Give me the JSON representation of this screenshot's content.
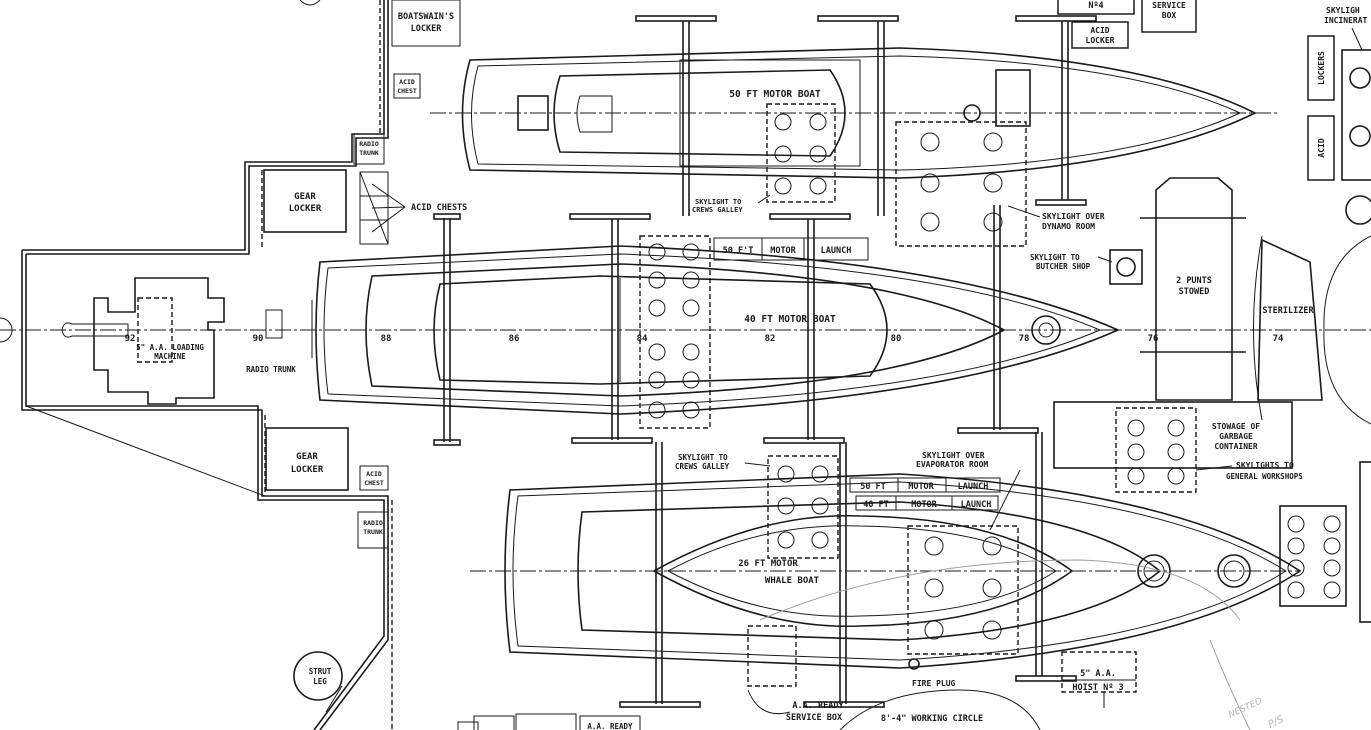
{
  "colors": {
    "ink": "#1a1a1a",
    "paper": "#ffffff",
    "pencil": "#9aa0a6"
  },
  "labels": {
    "boatswains_locker": [
      "BOATSWAIN'S",
      "LOCKER"
    ],
    "acid_chest_top": [
      "ACID",
      "CHEST"
    ],
    "radio_trunk_top": [
      "RADIO",
      "TRUNK"
    ],
    "gear_locker_top": [
      "GEAR",
      "LOCKER"
    ],
    "acid_chests": "ACID CHESTS",
    "loading_machine": [
      "5\" A.A. LOADING",
      "MACHINE"
    ],
    "radio_trunk_mid": "RADIO TRUNK",
    "gear_locker_bottom": [
      "GEAR",
      "LOCKER"
    ],
    "acid_chest_bottom": [
      "ACID",
      "CHEST"
    ],
    "radio_trunk_bottom": [
      "RADIO",
      "TRUNK"
    ],
    "strut_leg": [
      "STRUT",
      "LEG"
    ],
    "no4": "Nº4",
    "service_box_top": [
      "SERVICE",
      "BOX"
    ],
    "acid_locker": [
      "ACID",
      "LOCKER"
    ],
    "skylight_incinerator": [
      "SKYLIGH",
      "INCINERAT"
    ],
    "lockers": "LOCKERS",
    "acid_vertical": "ACID",
    "motor_boat_50": "50 FT MOTOR BOAT",
    "skylight_crews_galley_top": [
      "SKYLIGHT TO",
      "CREWS GALLEY"
    ],
    "skylight_dynamo": [
      "SKYLIGHT OVER",
      "DYNAMO ROOM"
    ],
    "launch_50_top": [
      "50 F'T",
      "MOTOR",
      "LAUNCH"
    ],
    "skylight_butcher": [
      "SKYLIGHT TO",
      "BUTCHER SHOP"
    ],
    "punts": [
      "2 PUNTS",
      "STOWED"
    ],
    "sterilizer": "STERILIZER",
    "motor_boat_40": "40 FT MOTOR BOAT",
    "frames": [
      "92",
      "90",
      "88",
      "86",
      "84",
      "82",
      "80",
      "78",
      "76",
      "74"
    ],
    "skylight_crews_galley_bottom": [
      "SKYLIGHT TO",
      "CREWS GALLEY"
    ],
    "skylight_evaporator": [
      "SKYLIGHT OVER",
      "EVAPORATOR ROOM"
    ],
    "stowage_garbage": [
      "STOWAGE OF",
      "GARBAGE",
      "CONTAINER"
    ],
    "skylights_workshops": [
      "SKYLIGHTS TO",
      "GENERAL WORKSHOPS"
    ],
    "launch_50_bottom": [
      "50 FT",
      "MOTOR",
      "LAUNCH"
    ],
    "launch_40_bottom": [
      "40 FT",
      "MOTOR",
      "LAUNCH"
    ],
    "whale_boat": [
      "26 FT MOTOR",
      "WHALE BOAT"
    ],
    "fire_plug": "FIRE PLUG",
    "aa_hoist": [
      "5\" A.A.",
      "HOIST Nº 3"
    ],
    "aa_ready_service_box": [
      "A.A. READY",
      "SERVICE BOX"
    ],
    "working_circle": "8'-4\" WORKING CIRCLE",
    "aa_ready_bottom": "A.A. READY",
    "pencil_note": "NESTED",
    "pencil_note_2": "P/S"
  }
}
